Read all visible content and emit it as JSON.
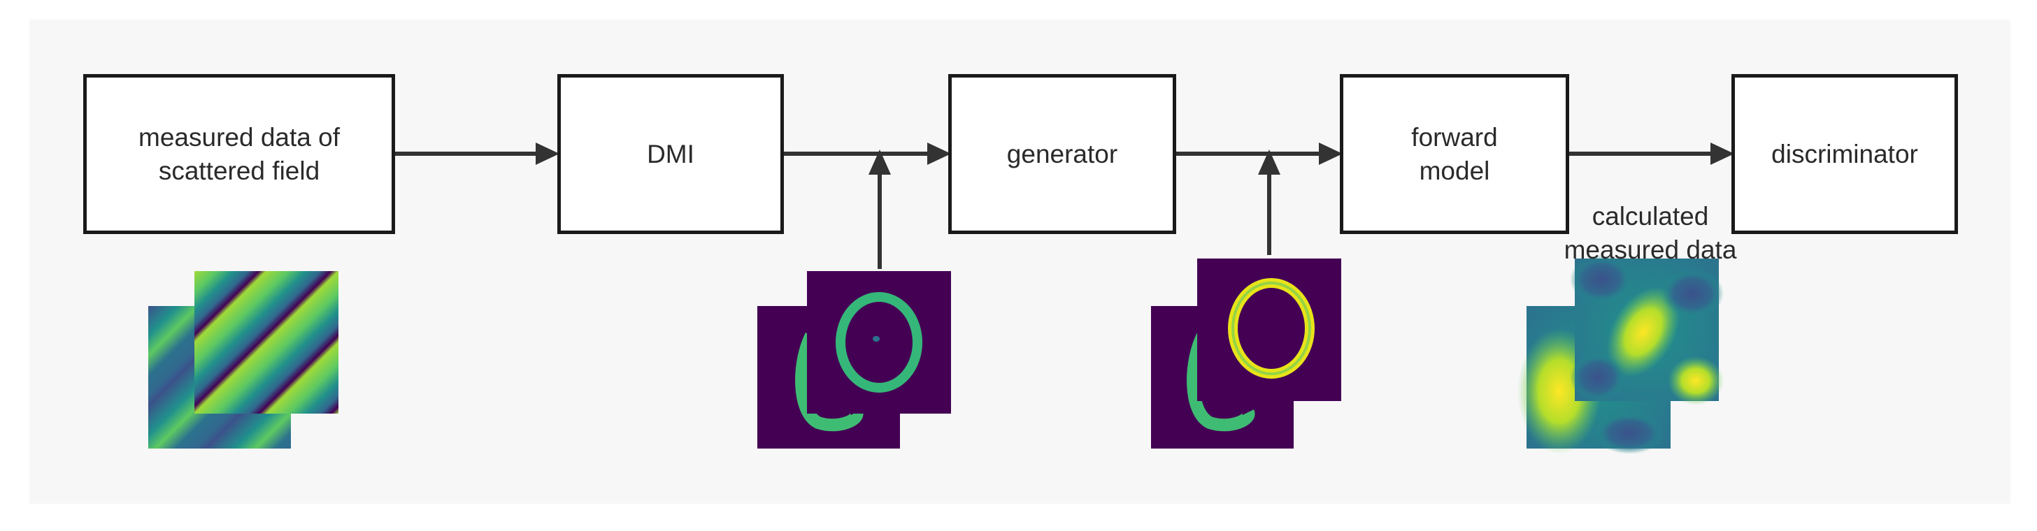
{
  "blocks": {
    "measured": {
      "line1": "measured data of",
      "line2": "scattered field"
    },
    "dmi": "DMI",
    "generator": "generator",
    "forward": {
      "line1": "forward",
      "line2": "model"
    },
    "discriminator": "discriminator"
  },
  "annotation": {
    "line1": "calculated",
    "line2": "measured data"
  },
  "colors": {
    "box_border": "#1a1a1a",
    "arrow": "#333333",
    "panel": "#f7f7f7",
    "viridis_dark": "#440154",
    "viridis_blue": "#3b528b",
    "viridis_teal": "#21918c",
    "viridis_green": "#5ec962",
    "viridis_yellow": "#fde725"
  }
}
